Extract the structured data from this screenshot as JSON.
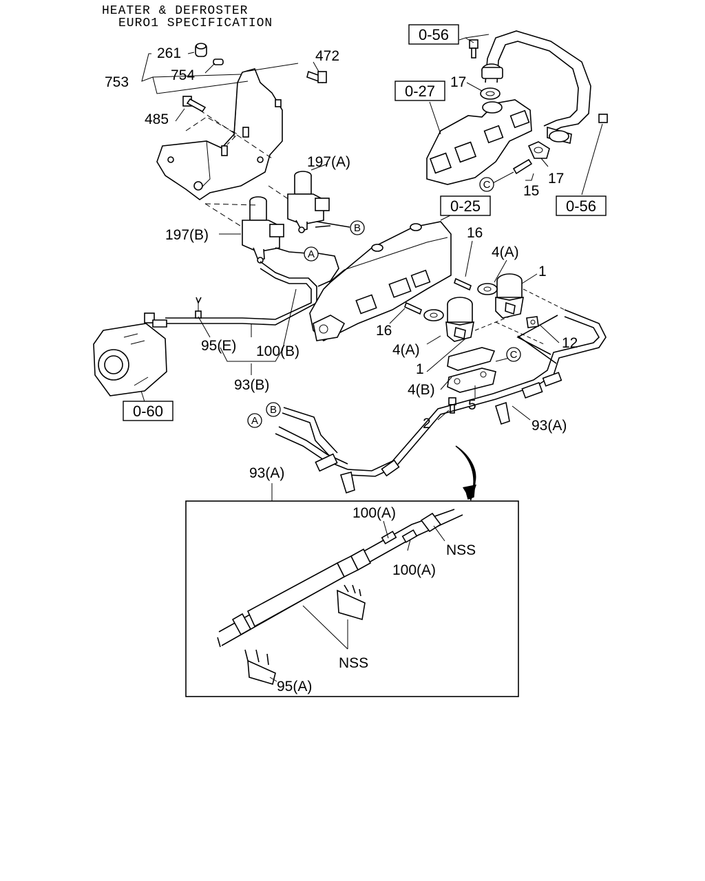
{
  "title": {
    "line1": "HEATER & DEFROSTER",
    "line2": "EURO1 SPECIFICATION"
  },
  "refs": {
    "r056a": "0-56",
    "r027": "0-27",
    "r056b": "0-56",
    "r025": "0-25",
    "r060": "0-60"
  },
  "callouts": {
    "p261": "261",
    "p754": "754",
    "p753": "753",
    "p472": "472",
    "p485": "485",
    "p197a": "197(A)",
    "p197b": "197(B)",
    "p17a": "17",
    "p17b": "17",
    "p15": "15",
    "p16a": "16",
    "p16b": "16",
    "p4a1": "4(A)",
    "p4a2": "4(A)",
    "p4b": "4(B)",
    "p1a": "1",
    "p1b": "1",
    "p12": "12",
    "p5": "5",
    "p2": "2",
    "p95e": "95(E)",
    "p100b": "100(B)",
    "p93b": "93(B)",
    "p93a1": "93(A)",
    "p93a2": "93(A)",
    "p100a1": "100(A)",
    "p100a2": "100(A)",
    "nss1": "NSS",
    "nss2": "NSS",
    "p95a": "95(A)"
  },
  "markers": {
    "a1": "A",
    "b1": "B",
    "c1": "C",
    "c2": "C",
    "a2": "A",
    "b2": "B"
  }
}
